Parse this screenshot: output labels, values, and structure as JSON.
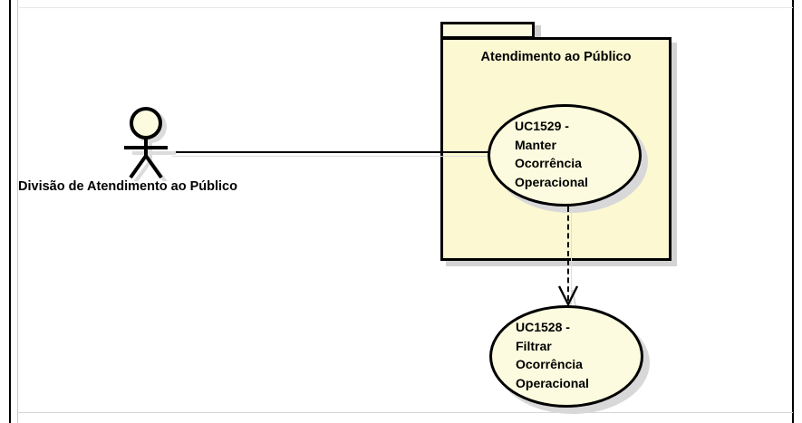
{
  "diagram": {
    "type": "uml-use-case-diagram",
    "background_color": "#ffffff",
    "package": {
      "name": "Atendimento ao Público",
      "fill_color": "#fbf8d2",
      "border_color": "#000000"
    },
    "actor": {
      "label": "Divisão de Atendimento ao Público",
      "head_fill_color": "#fcfbdf"
    },
    "use_cases": [
      {
        "id": "UC1529",
        "label": "UC1529 -\nManter\nOcorrência\nOperacional",
        "fill_color": "#fcfbdf",
        "inside_package": true
      },
      {
        "id": "UC1528",
        "label": "UC1528 -\nFiltrar\nOcorrência\nOperacional",
        "fill_color": "#fcfbdf",
        "inside_package": false
      }
    ],
    "relationships": [
      {
        "kind": "association",
        "style": "solid",
        "from": "Divisão de Atendimento ao Público",
        "to": "UC1529"
      },
      {
        "kind": "dependency",
        "style": "dashed",
        "arrow": "open",
        "from": "UC1529",
        "to": "UC1528"
      }
    ]
  }
}
